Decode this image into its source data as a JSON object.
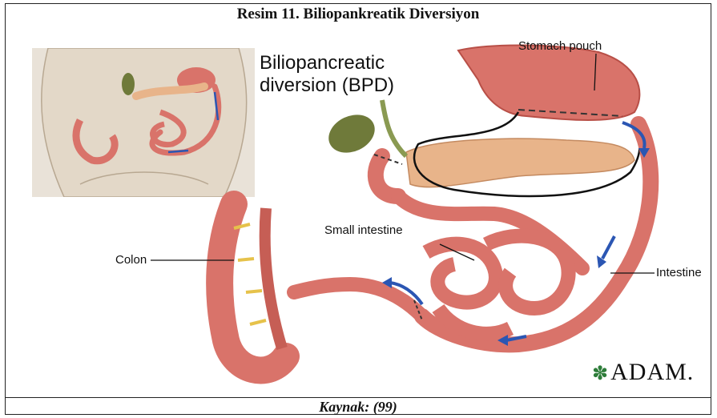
{
  "figure": {
    "title": "Resim 11. Biliopankreatik Diversiyon",
    "source": "Kaynak: (99)"
  },
  "diagram": {
    "heading_line1": "Biliopancreatic",
    "heading_line2": "diversion (BPD)",
    "labels": {
      "stomach_pouch": "Stomach pouch",
      "small_intestine": "Small intestine",
      "colon": "Colon",
      "intestine": "Intestine"
    },
    "logo": "ADAM."
  },
  "colors": {
    "intestine": "#d9736a",
    "intestine_dark": "#b84f47",
    "pancreas": "#e8b48a",
    "gallbladder": "#6f7a3a",
    "flow_arrow": "#2b56b3",
    "skin": "#e3d8c8"
  }
}
